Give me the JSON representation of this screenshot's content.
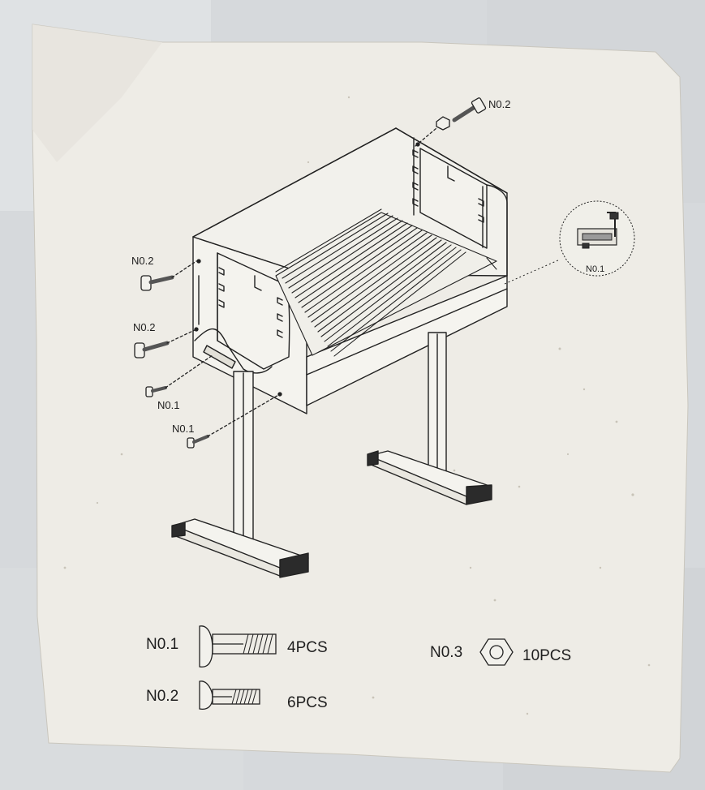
{
  "callouts": {
    "top_right_bolt": "N0.2",
    "left_upper_bolt": "N0.2",
    "left_middle_bolt": "N0.2",
    "left_lower_bolt": "N0.1",
    "bottom_bolt": "N0.1",
    "detail_circle": "N0.1"
  },
  "parts": [
    {
      "id": "N0.1",
      "qty": "4PCS"
    },
    {
      "id": "N0.2",
      "qty": "6PCS"
    },
    {
      "id": "N0.3",
      "qty": "10PCS"
    }
  ],
  "colors": {
    "paper": "#eeece6",
    "ink": "#222222",
    "background": "#d9dcdf"
  }
}
